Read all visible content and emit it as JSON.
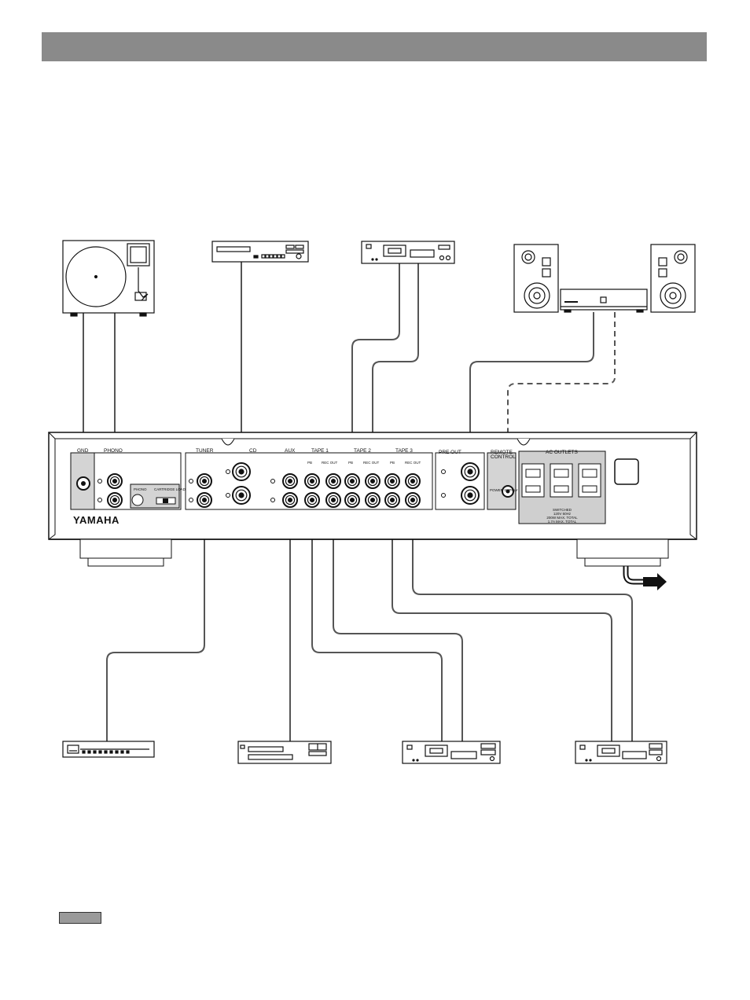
{
  "brand": {
    "logo_text": "YAMAHA"
  },
  "rear_panel": {
    "groups": {
      "gnd": "GND",
      "phono": "PHONO",
      "tuner": "TUNER",
      "cd": "CD",
      "aux": "AUX",
      "tape1": "TAPE 1",
      "tape2": "TAPE 2",
      "tape3": "TAPE 3",
      "pre_out": "PRE OUT",
      "remote_control_1": "REMOTE",
      "remote_control_2": "CONTROL",
      "ac_outlets": "AC OUTLETS"
    },
    "jack_labels": {
      "pb": "PB",
      "rec_out": "REC OUT",
      "power_supply": "POWER SUPPLY",
      "phono_label": "PHONO",
      "cartridge_load": "CARTRIDGE LOAD"
    },
    "ac_info": [
      "SWITCHED",
      "120V 60Hz",
      "200W MAX. TOTAL",
      "1.7A MAX. TOTAL"
    ]
  },
  "colors": {
    "header": "#8a8a8a",
    "panel_shade": "#d4d4d4",
    "ac_shade": "#cfcfcf",
    "line": "#111111",
    "cable": "#555555"
  },
  "devices": [
    {
      "name": "turntable"
    },
    {
      "name": "cd-player"
    },
    {
      "name": "cassette-deck-tape-2"
    },
    {
      "name": "speakers-and-power-amplifier"
    },
    {
      "name": "tuner"
    },
    {
      "name": "aux-cd-player"
    },
    {
      "name": "cassette-deck-tape-1"
    },
    {
      "name": "cassette-deck-tape-3"
    }
  ]
}
